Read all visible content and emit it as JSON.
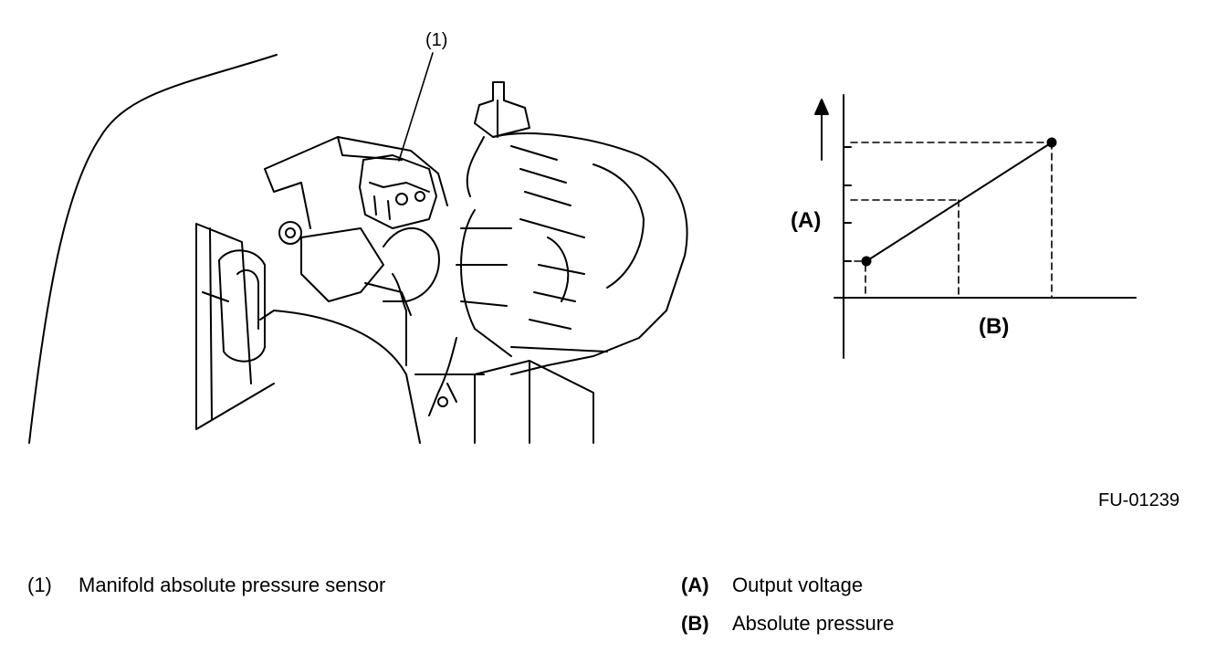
{
  "illustration": {
    "callout": "(1)",
    "part_name": "manifold-absolute-pressure-sensor"
  },
  "graph": {
    "y_axis_label": "(A)",
    "x_axis_label": "(B)",
    "relation": "linear-increasing"
  },
  "figure_id": "FU-01239",
  "legend": [
    {
      "key": "(1)",
      "text": "Manifold absolute pressure sensor"
    },
    {
      "key": "(A)",
      "text": "Output voltage"
    },
    {
      "key": "(B)",
      "text": "Absolute pressure"
    }
  ]
}
